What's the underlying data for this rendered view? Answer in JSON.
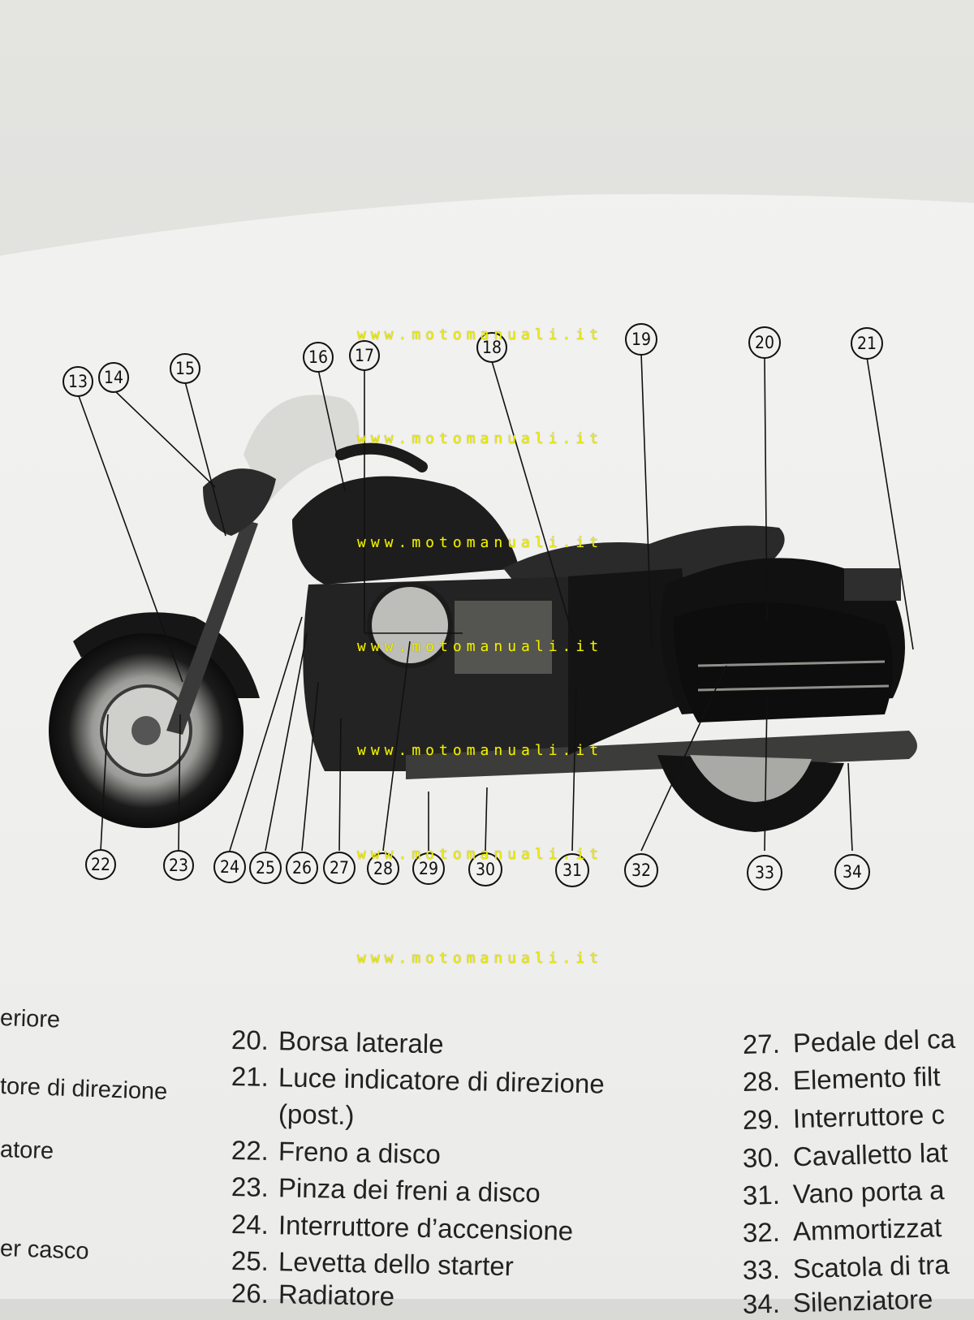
{
  "callouts": [
    "13",
    "14",
    "15",
    "16",
    "17",
    "18",
    "19",
    "20",
    "21",
    "22",
    "23",
    "24",
    "25",
    "26",
    "27",
    "28",
    "29",
    "30",
    "31",
    "32",
    "33",
    "34"
  ],
  "watermark": "www.motomanuali.it",
  "legend": {
    "col1": [
      "eriore",
      "tore di direzione",
      "atore",
      "er casco"
    ],
    "col2": [
      {
        "num": "20.",
        "text": "Borsa laterale"
      },
      {
        "num": "21.",
        "text": "Luce indicatore di direzione"
      },
      {
        "num": "",
        "text": "(post.)"
      },
      {
        "num": "22.",
        "text": "Freno a disco"
      },
      {
        "num": "23.",
        "text": "Pinza dei freni a disco"
      },
      {
        "num": "24.",
        "text": "Interruttore d’accensione"
      },
      {
        "num": "25.",
        "text": "Levetta dello starter"
      },
      {
        "num": "26.",
        "text": "Radiatore"
      }
    ],
    "col3": [
      {
        "num": "27.",
        "text": "Pedale del ca"
      },
      {
        "num": "28.",
        "text": "Elemento filt"
      },
      {
        "num": "29.",
        "text": "Interruttore c"
      },
      {
        "num": "30.",
        "text": "Cavalletto lat"
      },
      {
        "num": "31.",
        "text": "Vano porta a"
      },
      {
        "num": "32.",
        "text": "Ammortizzat"
      },
      {
        "num": "33.",
        "text": "Scatola di tra"
      },
      {
        "num": "34.",
        "text": "Silenziatore"
      }
    ]
  }
}
